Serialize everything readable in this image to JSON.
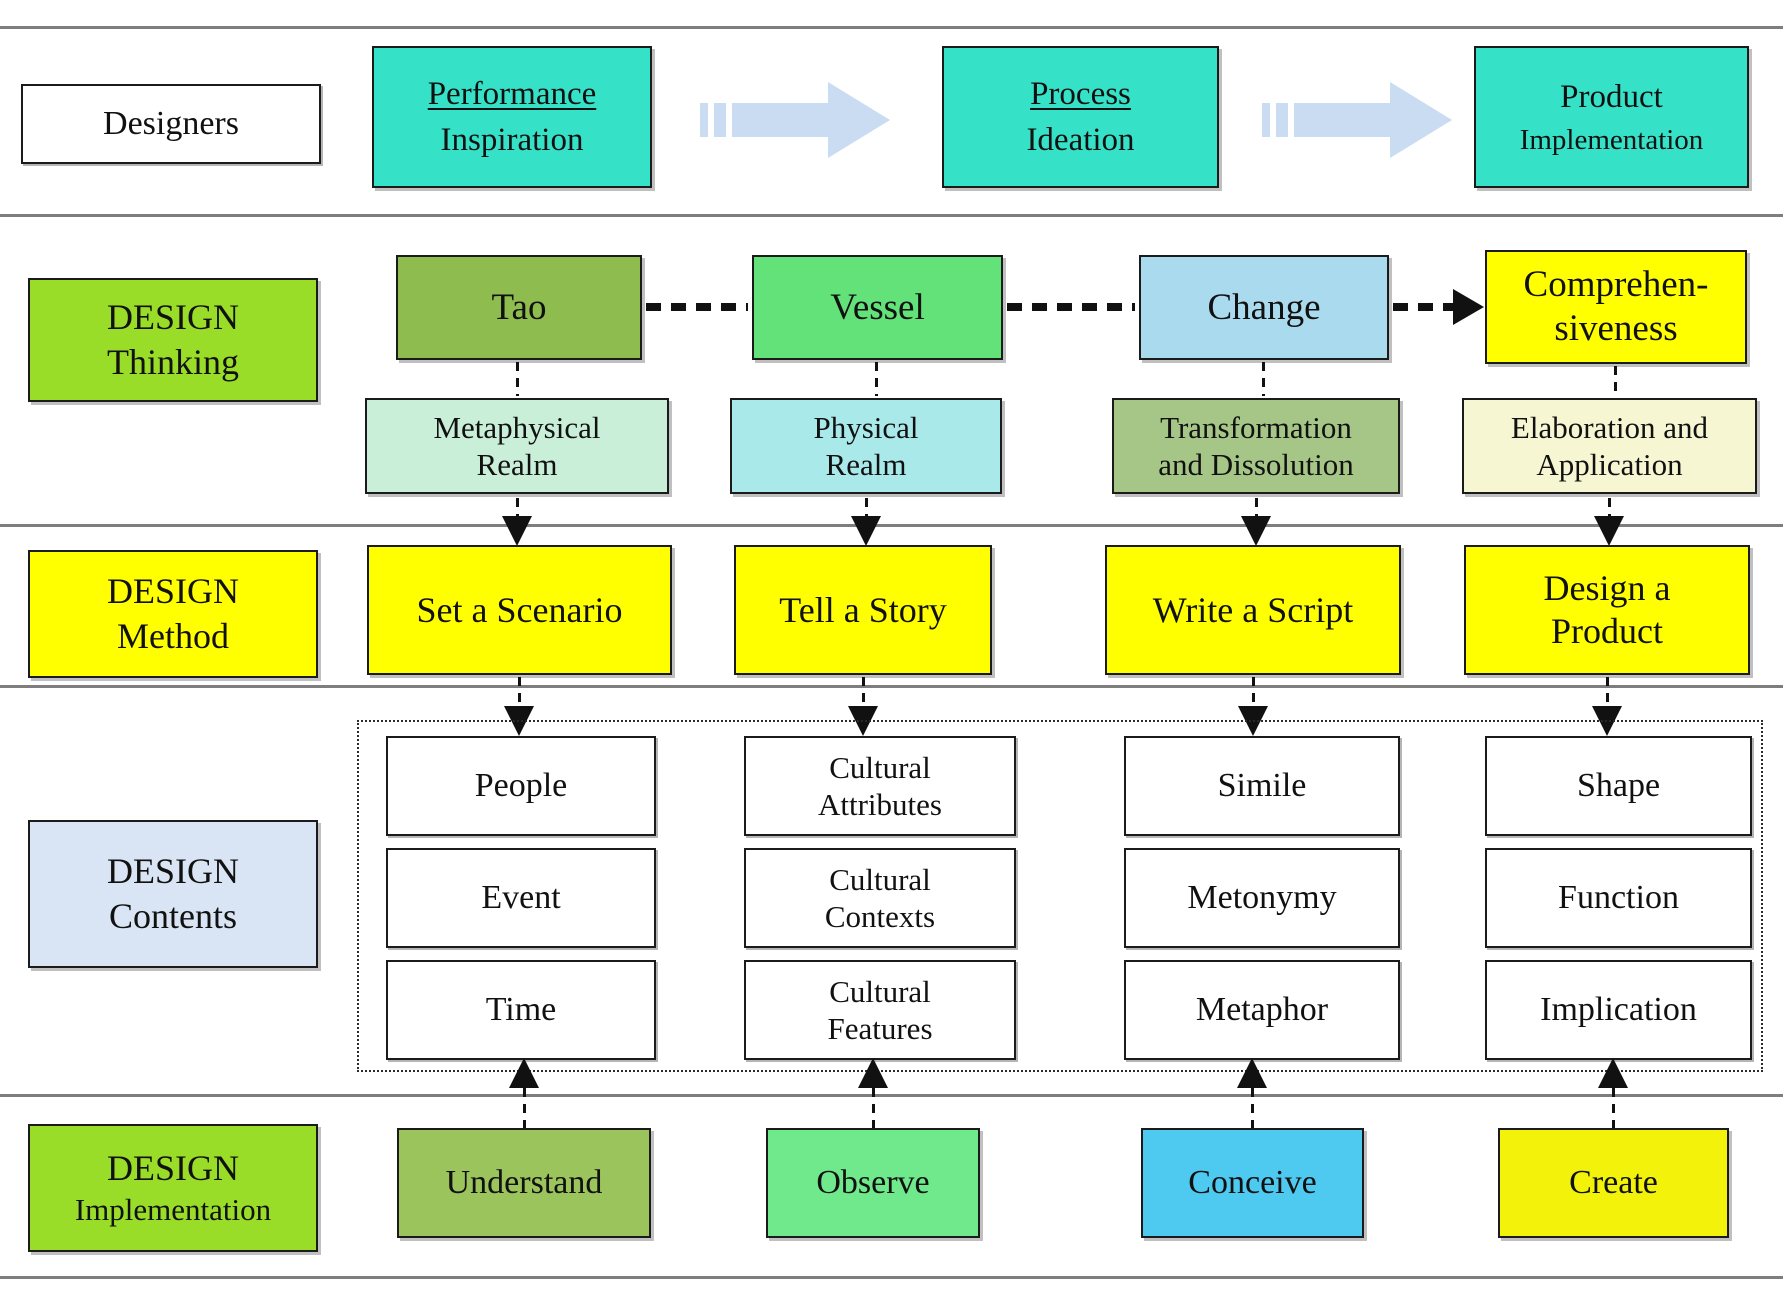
{
  "top": {
    "designers": "Designers",
    "phases": [
      {
        "title": "Performance",
        "subtitle": "Inspiration"
      },
      {
        "title": "Process",
        "subtitle": "Ideation"
      },
      {
        "title": "Product",
        "subtitle": "Implementation"
      }
    ]
  },
  "thinking": {
    "label": {
      "l1": "DESIGN",
      "l2": "Thinking"
    },
    "concepts": [
      "Tao",
      "Vessel",
      "Change"
    ],
    "concept4": {
      "l1": "Comprehen-",
      "l2": "siveness"
    },
    "subs": [
      {
        "l1": "Metaphysical",
        "l2": "Realm"
      },
      {
        "l1": "Physical",
        "l2": "Realm"
      },
      {
        "l1": "Transformation",
        "l2": "and Dissolution"
      },
      {
        "l1": "Elaboration and",
        "l2": "Application"
      }
    ]
  },
  "method": {
    "label": {
      "l1": "DESIGN",
      "l2": "Method"
    },
    "items": [
      "Set a Scenario",
      "Tell a Story",
      "Write a Script"
    ],
    "item4": {
      "l1": "Design a",
      "l2": "Product"
    }
  },
  "contents": {
    "label": {
      "l1": "DESIGN",
      "l2": "Contents"
    },
    "col1": [
      "People",
      "Event",
      "Time"
    ],
    "col2": [
      {
        "l1": "Cultural",
        "l2": "Attributes"
      },
      {
        "l1": "Cultural",
        "l2": "Contexts"
      },
      {
        "l1": "Cultural",
        "l2": "Features"
      }
    ],
    "col3": [
      "Simile",
      "Metonymy",
      "Metaphor"
    ],
    "col4": [
      "Shape",
      "Function",
      "Implication"
    ]
  },
  "implementation": {
    "label": {
      "l1": "DESIGN",
      "l2": "Implementation"
    },
    "items": [
      "Understand",
      "Observe",
      "Conceive",
      "Create"
    ]
  },
  "colors": {
    "phase_fill": "#35E2C8",
    "flow_arrow": "#C9DCF2",
    "label_green": "#99DD28",
    "label_yellow": "#FFFF00",
    "label_blue": "#D9E5F4",
    "tao": "#8FBC4F",
    "vessel": "#63E27A",
    "change": "#A9DAEE",
    "comprehensiveness": "#FFFF00",
    "metaphysical": "#C9EFD9",
    "physical": "#A9E9EA",
    "transformation": "#A6C687",
    "elaboration": "#F6F6D3",
    "method_yellow": "#FFFF00",
    "understand": "#9CC45C",
    "observe": "#6FE98C",
    "conceive": "#4EC9F0",
    "create": "#F2F20A"
  }
}
